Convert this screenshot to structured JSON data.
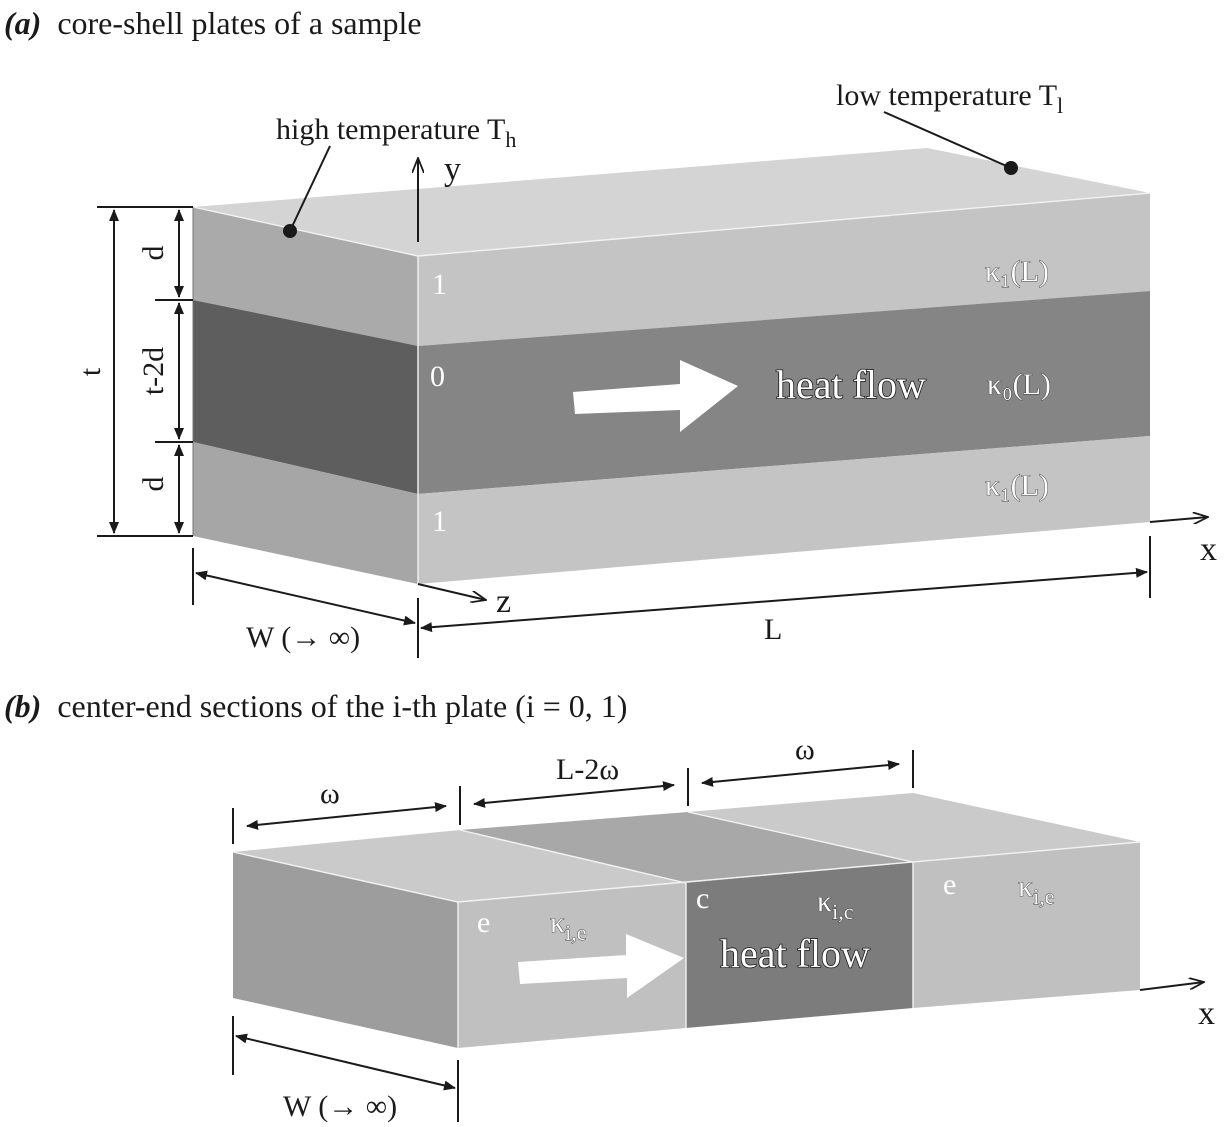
{
  "part_a": {
    "tag": "(a)",
    "caption": "core-shell plates of a sample",
    "high_temp_label": "high temperature T",
    "high_temp_sub": "h",
    "low_temp_label": "low temperature T",
    "low_temp_sub": "l",
    "axis_y": "y",
    "axis_x": "x",
    "axis_z": "z",
    "dim_d_top": "d",
    "dim_core": "t-2d",
    "dim_d_bottom": "d",
    "dim_t": "t",
    "dim_w": "W (→ ∞)",
    "dim_l": "L",
    "layer_top": "1",
    "layer_core": "0",
    "layer_bottom": "1",
    "kappa_top": "κ₁(L)",
    "kappa_core": "κ₀(L)",
    "kappa_bottom": "κ₁(L)",
    "heat_flow": "heat flow"
  },
  "part_b": {
    "tag": "(b)",
    "caption": "center-end sections of the i-th plate (i = 0, 1)",
    "dim_omega_left": "ω",
    "dim_center": "L-2ω",
    "dim_omega_right": "ω",
    "sec_left": "e",
    "sec_center": "c",
    "sec_right": "e",
    "kappa_left": "κ",
    "kappa_left_sub": "i,e",
    "kappa_center": "κ",
    "kappa_center_sub": "i,c",
    "kappa_right": "κ",
    "kappa_right_sub": "i,e",
    "heat_flow": "heat flow",
    "axis_x": "x",
    "dim_w": "W (→ ∞)"
  },
  "colors": {
    "shell_front": "#c4c4c4",
    "shell_top": "#d4d4d4",
    "shell_side": "#aaaaaa",
    "core_front": "#858585",
    "core_side": "#5e5e5e",
    "center_front": "#7c7c7c",
    "center_top": "#a8a8a8",
    "end_front": "#c0c0c0",
    "end_top": "#cacaca",
    "end_side": "#9d9d9d"
  }
}
